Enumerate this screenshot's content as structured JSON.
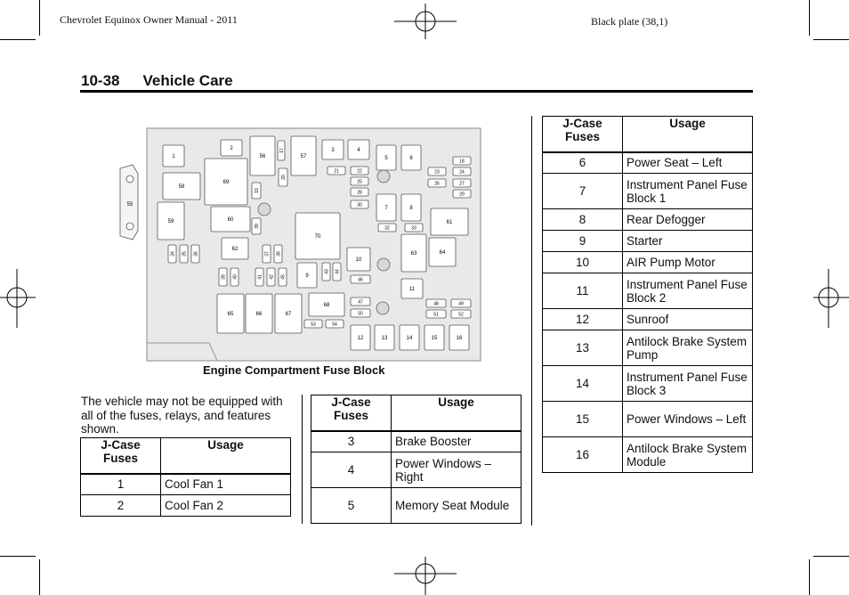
{
  "header": {
    "left": "Chevrolet Equinox Owner Manual - 2011",
    "right": "Black plate (38,1)"
  },
  "page": {
    "number": "10-38",
    "section": "Vehicle Care"
  },
  "diagram": {
    "caption": "Engine Compartment Fuse Block",
    "labels": [
      "1",
      "2",
      "3",
      "4",
      "5",
      "6",
      "7",
      "8",
      "9",
      "10",
      "11",
      "12",
      "13",
      "14",
      "15",
      "16",
      "17",
      "18",
      "19",
      "20",
      "21",
      "22",
      "23",
      "24",
      "25",
      "26",
      "27",
      "28",
      "29",
      "30",
      "32",
      "33",
      "34",
      "35",
      "36",
      "37",
      "38",
      "39",
      "40",
      "41",
      "42",
      "43",
      "44",
      "45",
      "46",
      "47",
      "48",
      "49",
      "50",
      "51",
      "52",
      "53",
      "54",
      "55",
      "56",
      "57",
      "58",
      "59",
      "60",
      "61",
      "62",
      "63",
      "64",
      "65",
      "66",
      "67",
      "68",
      "69",
      "70"
    ]
  },
  "intro": "The vehicle may not be equipped with all of the fuses, relays, and features shown.",
  "table_headers": {
    "fuses": "J-Case Fuses",
    "usage": "Usage"
  },
  "tables": [
    {
      "rows": [
        {
          "fuse": "1",
          "usage": "Cool Fan 1"
        },
        {
          "fuse": "2",
          "usage": "Cool Fan 2"
        }
      ]
    },
    {
      "rows": [
        {
          "fuse": "3",
          "usage": "Brake Booster"
        },
        {
          "fuse": "4",
          "usage": "Power Windows – Right"
        },
        {
          "fuse": "5",
          "usage": "Memory Seat Module"
        }
      ]
    },
    {
      "rows": [
        {
          "fuse": "6",
          "usage": "Power Seat – Left"
        },
        {
          "fuse": "7",
          "usage": "Instrument Panel Fuse Block 1"
        },
        {
          "fuse": "8",
          "usage": "Rear Defogger"
        },
        {
          "fuse": "9",
          "usage": "Starter"
        },
        {
          "fuse": "10",
          "usage": "AIR Pump Motor"
        },
        {
          "fuse": "11",
          "usage": "Instrument Panel Fuse Block 2"
        },
        {
          "fuse": "12",
          "usage": "Sunroof"
        },
        {
          "fuse": "13",
          "usage": "Antilock Brake System Pump"
        },
        {
          "fuse": "14",
          "usage": "Instrument Panel Fuse Block 3"
        },
        {
          "fuse": "15",
          "usage": "Power Windows – Left"
        },
        {
          "fuse": "16",
          "usage": "Antilock Brake System Module"
        }
      ]
    }
  ]
}
